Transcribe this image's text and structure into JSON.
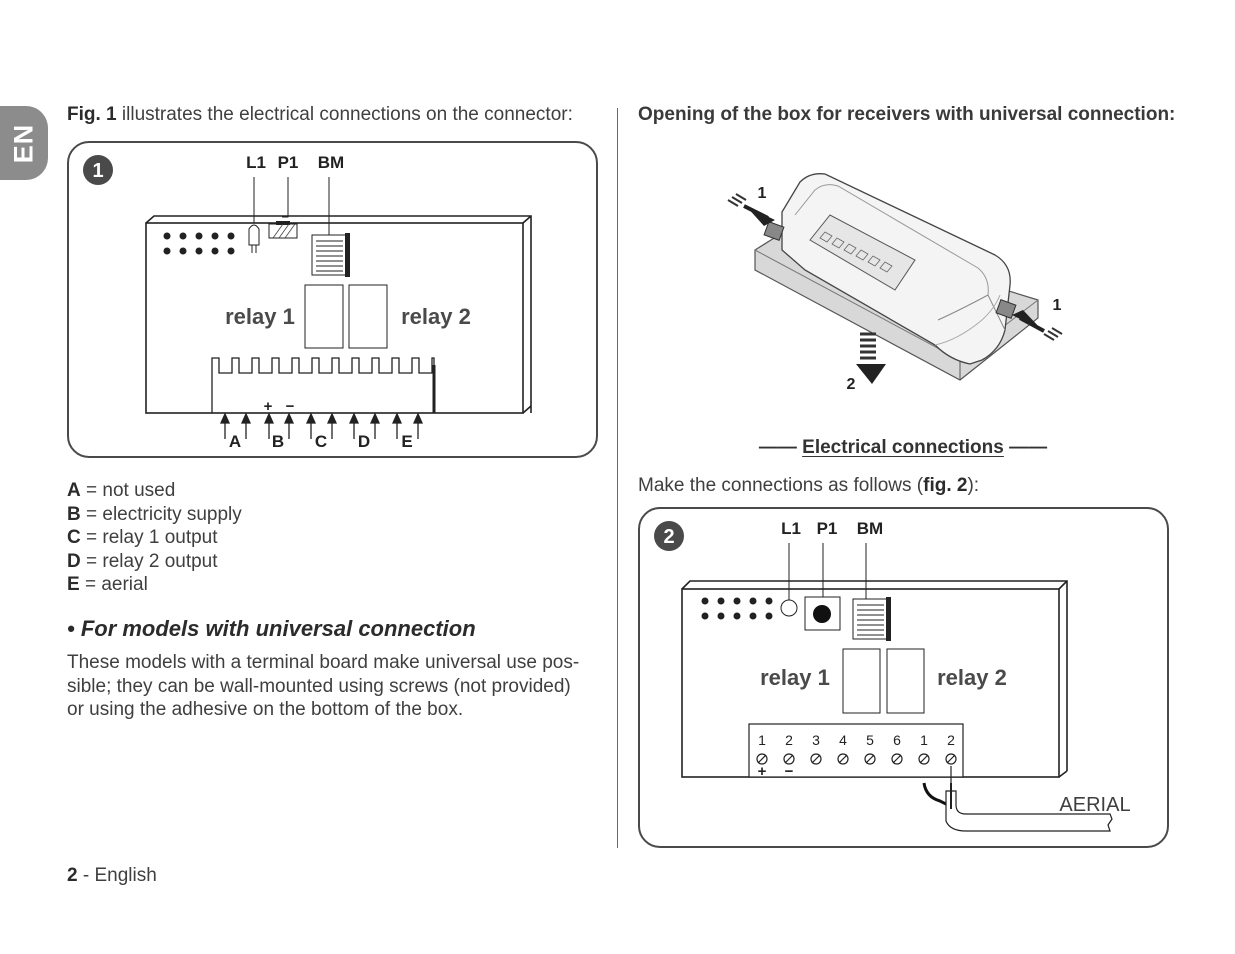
{
  "side_tab": {
    "label": "EN"
  },
  "left": {
    "intro_bold": "Fig. 1",
    "intro_text": " illustrates the electrical connections on the connector:",
    "fig1": {
      "number": "1",
      "top_labels": [
        "L1",
        "P1",
        "BM"
      ],
      "relay1": "relay 1",
      "relay2": "relay 2",
      "plus": "+",
      "minus": "−",
      "terminal_letters": [
        "A",
        "B",
        "C",
        "D",
        "E"
      ]
    },
    "legend": [
      {
        "key": "A",
        "text": " = not used"
      },
      {
        "key": "B",
        "text": " = electricity supply"
      },
      {
        "key": "C",
        "text": " = relay 1 output"
      },
      {
        "key": "D",
        "text": " = relay 2 output"
      },
      {
        "key": "E",
        "text": " = aerial"
      }
    ],
    "subheading": "• For models with universal connection",
    "paragraph_lines": [
      "These models with a terminal board make universal use pos-",
      "sible; they can be wall-mounted using screws (not provided)",
      "or using the adhesive on the bottom of the box."
    ]
  },
  "right": {
    "heading": "Opening of the box for receivers with universal connection:",
    "box_labels": {
      "arrow_left": "1",
      "arrow_right": "1",
      "arrow_down": "2"
    },
    "section_dash": "——",
    "section_title": "Electrical connections",
    "make_pre": "Make the connections as follows (",
    "make_bold": "fig. 2",
    "make_post": "):",
    "fig2": {
      "number": "2",
      "top_labels": [
        "L1",
        "P1",
        "BM"
      ],
      "relay1": "relay 1",
      "relay2": "relay 2",
      "terminal_numbers": [
        "1",
        "2",
        "3",
        "4",
        "5",
        "6",
        "1",
        "2"
      ],
      "plus": "+",
      "minus": "−",
      "aerial": "AERIAL"
    }
  },
  "footer": {
    "page_number": "2",
    "separator": " - ",
    "language": "English"
  }
}
